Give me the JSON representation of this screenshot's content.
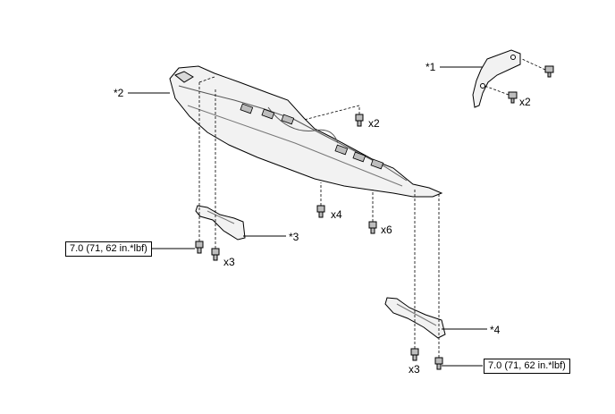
{
  "callouts": {
    "part1": "*1",
    "part2": "*2",
    "part3": "*3",
    "part4": "*4"
  },
  "quantities": {
    "bracket_bolts": "x2",
    "center_bolts": "x2",
    "center_clips": "x4",
    "right_screws": "x6",
    "left_clips": "x3",
    "right_clips": "x3"
  },
  "torque_specs": {
    "left": "7.0 (71, 62 in.*lbf)",
    "right": "7.0 (71, 62 in.*lbf)"
  },
  "colors": {
    "line": "#000000",
    "part_fill": "#f2f2f2",
    "part_shade": "#bdbdbd",
    "background": "#ffffff"
  }
}
